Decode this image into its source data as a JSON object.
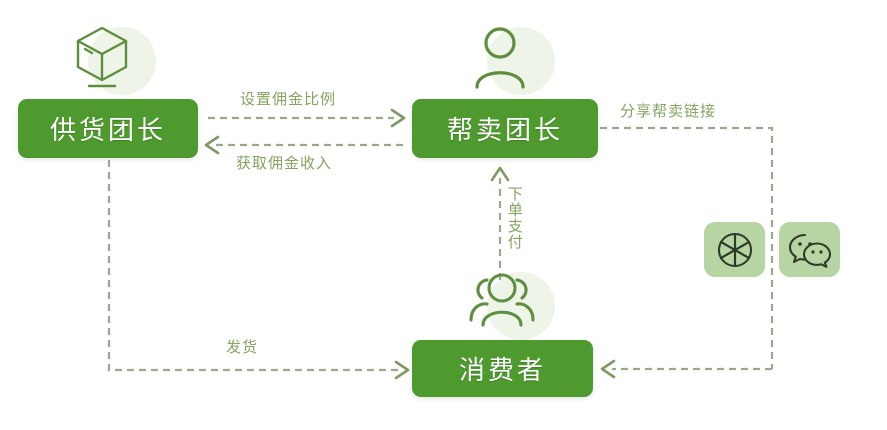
{
  "diagram": {
    "title_present": false,
    "colors": {
      "node_fill": "#4e9a2f",
      "node_text": "#ffffff",
      "edge_label_text": "#86a35f",
      "dash_line": "#9aa98a",
      "arrow_head": "#7d9a63",
      "icon_stroke": "#5d8f3e",
      "icon_halo": "#eef4e8",
      "app_tile_bg": "#b7d5a2",
      "app_icon_stroke": "#2f3b2a",
      "background": "#ffffff"
    },
    "nodes": [
      {
        "id": "supplier",
        "label": "供货团长",
        "icon": "package-box-icon"
      },
      {
        "id": "reseller",
        "label": "帮卖团长",
        "icon": "person-icon"
      },
      {
        "id": "consumer",
        "label": "消费者",
        "icon": "people-group-icon"
      }
    ],
    "edges": [
      {
        "id": "set-commission",
        "label": "设置佣金比例",
        "from": "supplier",
        "to": "reseller",
        "direction": "right"
      },
      {
        "id": "earn-commission",
        "label": "获取佣金收入",
        "from": "reseller",
        "to": "supplier",
        "direction": "left"
      },
      {
        "id": "share-link",
        "label": "分享帮卖链接",
        "from": "reseller",
        "to": "consumer",
        "direction": "down-left"
      },
      {
        "id": "place-order-pay",
        "label": "下单支付",
        "from": "consumer",
        "to": "reseller",
        "direction": "up"
      },
      {
        "id": "ship-goods",
        "label": "发货",
        "from": "supplier",
        "to": "consumer",
        "direction": "down-right"
      }
    ],
    "app_icons": [
      {
        "id": "aperture",
        "name": "camera-aperture-icon",
        "glyph": "aperture"
      },
      {
        "id": "wechat",
        "name": "wechat-icon",
        "glyph": "wechat"
      }
    ]
  }
}
